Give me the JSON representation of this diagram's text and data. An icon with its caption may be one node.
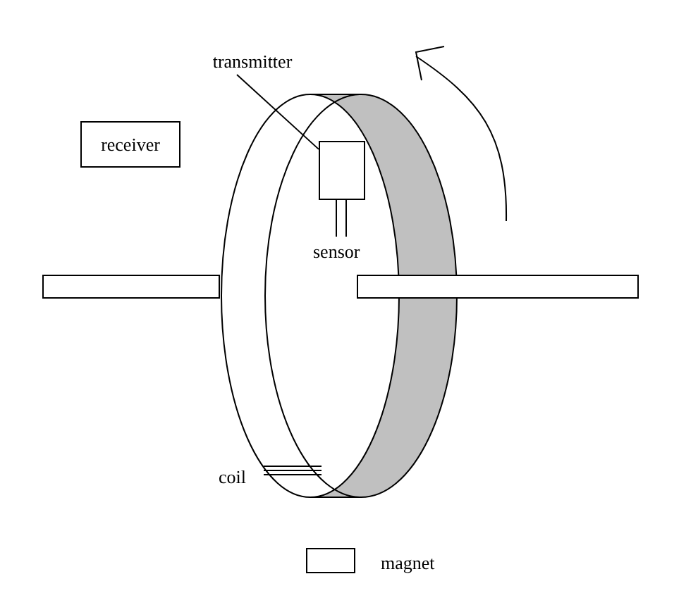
{
  "diagram": {
    "nodes": [
      {
        "text": [
          "receiver"
        ]
      },
      {
        "text": [
          "transmitter"
        ]
      },
      {
        "text": [],
        "shape": "box"
      }
    ],
    "edges": [
      {
        "from": 1,
        "to": 2,
        "arrow": "none"
      }
    ],
    "labels": [
      "sensor",
      "coil"
    ],
    "legend": [
      {
        "text": "magnet"
      }
    ]
  }
}
